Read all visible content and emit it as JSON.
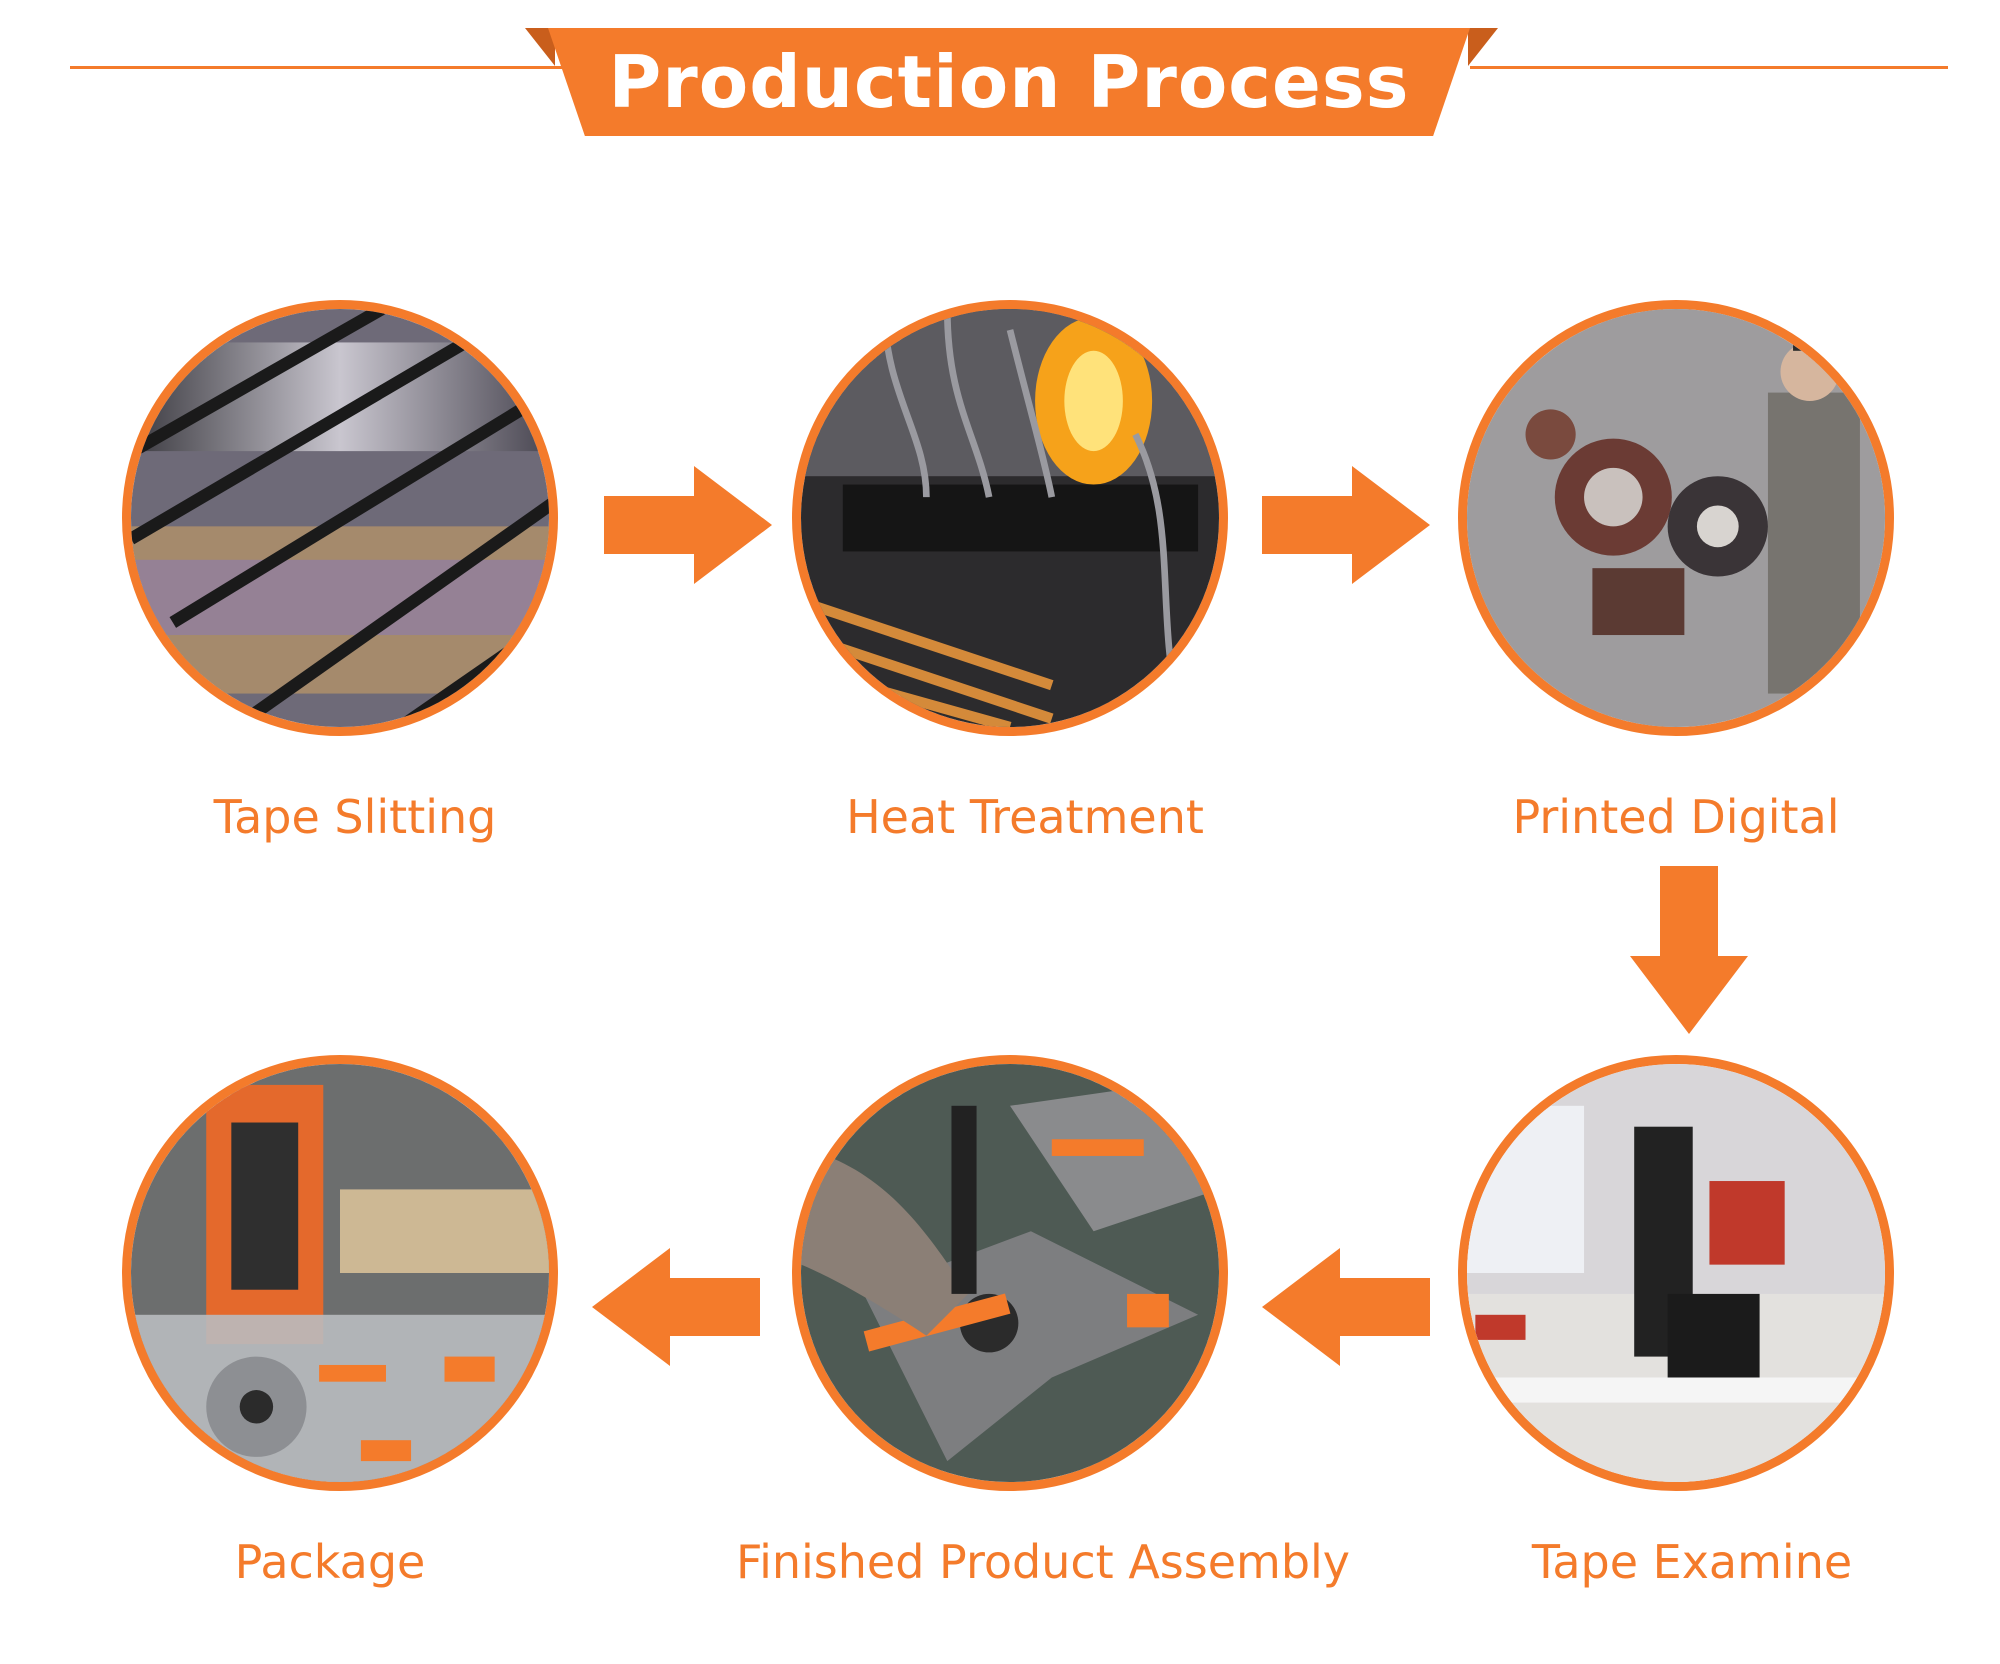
{
  "header": {
    "title": "Production Process"
  },
  "colors": {
    "accent": "#f47b2b",
    "accent_dark": "#c95e1c",
    "background": "#ffffff"
  },
  "steps": [
    {
      "label": "Tape Slitting",
      "icon": "slitting-rollers-photo"
    },
    {
      "label": "Heat Treatment",
      "icon": "heat-furnace-photo"
    },
    {
      "label": "Printed Digital",
      "icon": "printing-machine-photo"
    },
    {
      "label": "Tape Examine",
      "icon": "inspection-camera-photo"
    },
    {
      "label": "Finished Product Assembly",
      "icon": "assembly-photo"
    },
    {
      "label": "Package",
      "icon": "packaging-photo"
    }
  ],
  "arrows": [
    "arrow-right-icon",
    "arrow-right-icon",
    "arrow-down-icon",
    "arrow-left-icon",
    "arrow-left-icon"
  ]
}
